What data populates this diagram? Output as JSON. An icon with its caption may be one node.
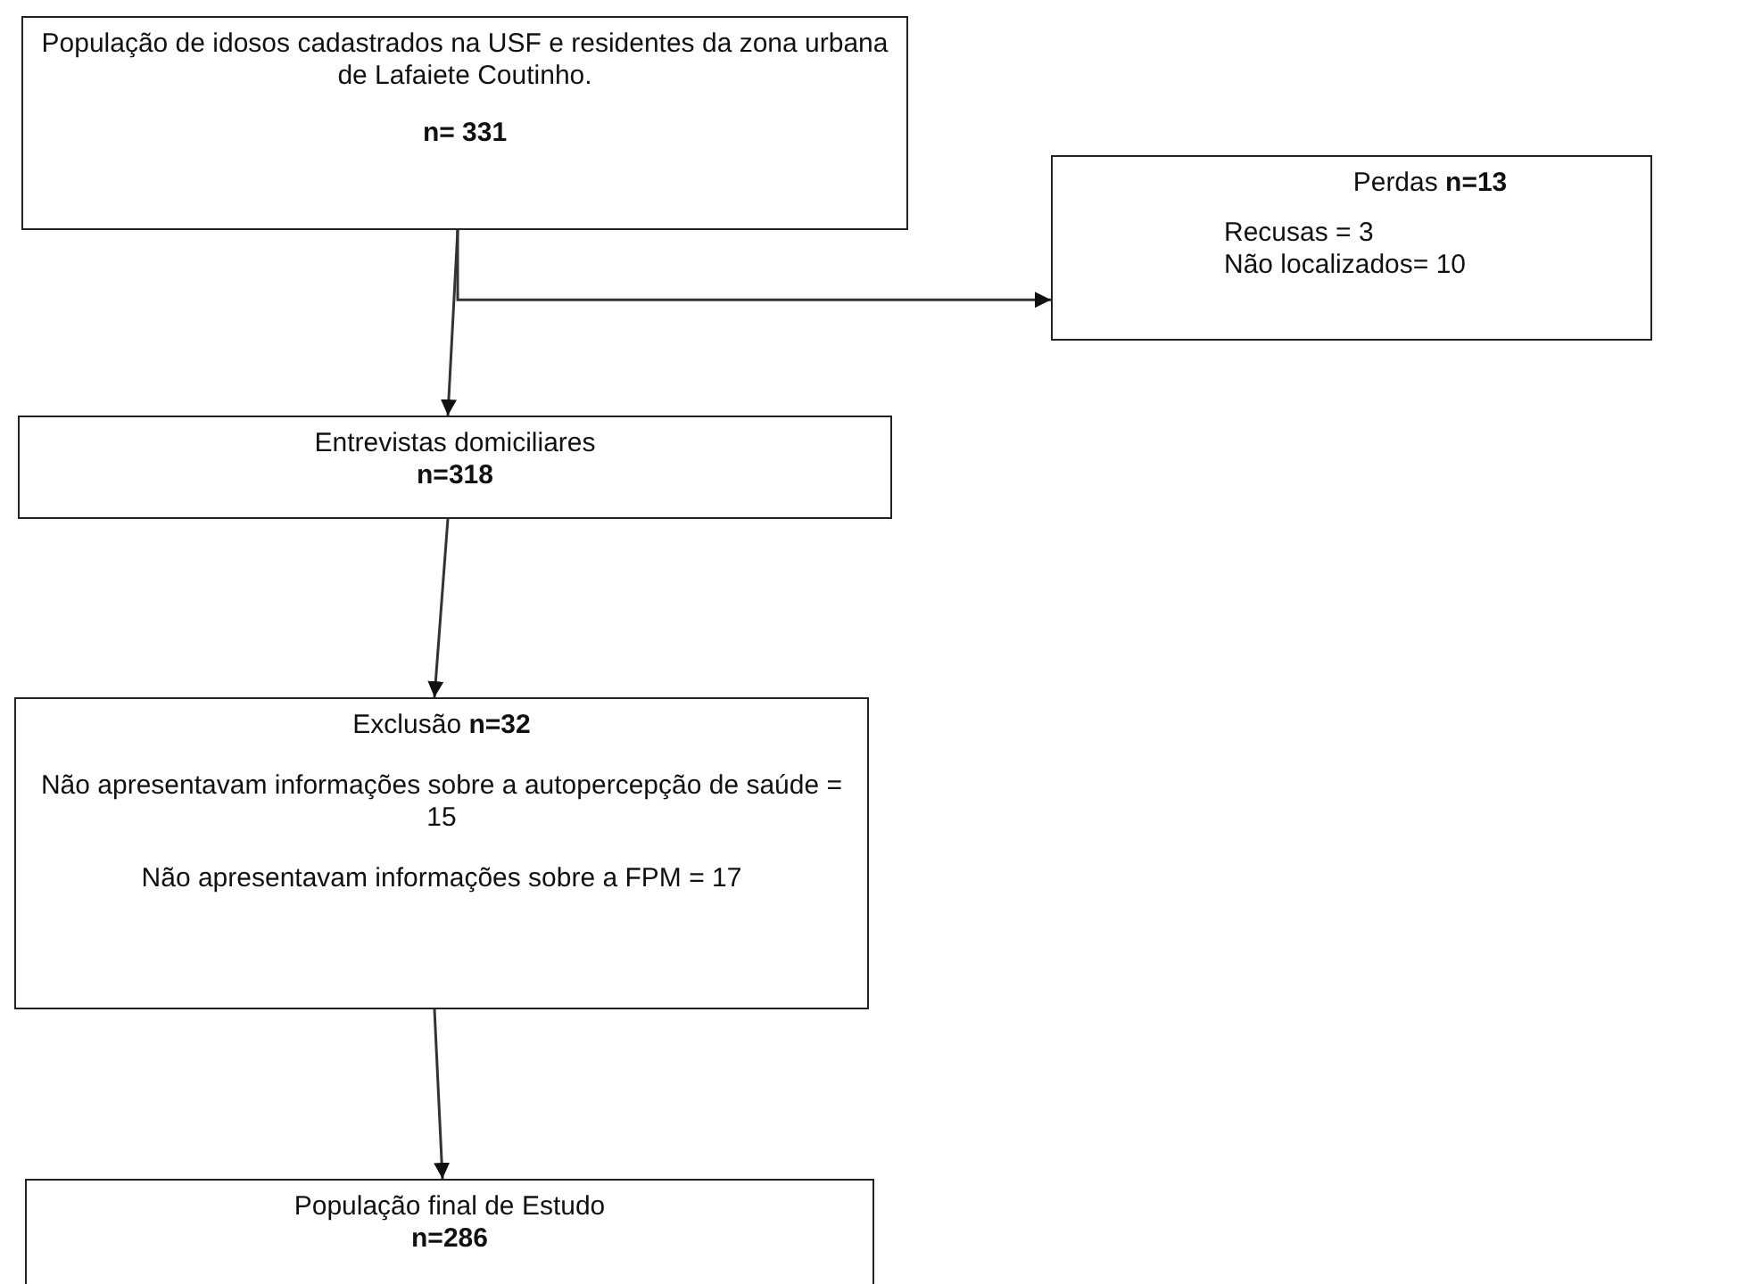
{
  "diagram": {
    "nodes": [
      {
        "text": [
          "População de idosos cadastrados na USF e residentes da zona urbana de Lafaiete Coutinho.",
          "n= 331"
        ]
      },
      {
        "text": [
          "Perdas **n=13**",
          "Recusas = 3",
          "Não localizados= 10"
        ]
      },
      {
        "text": [
          "Entrevistas domiciliares",
          "n=318"
        ]
      },
      {
        "text": [
          "Exclusão **n=32**",
          "Não apresentavam informações sobre a autopercepção de saúde = 15",
          "Não apresentavam informações sobre a FPM = 17"
        ]
      },
      {
        "text": [
          "População final de Estudo",
          "n=286"
        ]
      }
    ],
    "edges": [
      {
        "from": 0,
        "to": 2,
        "arrow": "to"
      },
      {
        "from": 0,
        "to": 1,
        "arrow": "to"
      },
      {
        "from": 2,
        "to": 3,
        "arrow": "to"
      },
      {
        "from": 3,
        "to": 4,
        "arrow": "to"
      }
    ]
  }
}
